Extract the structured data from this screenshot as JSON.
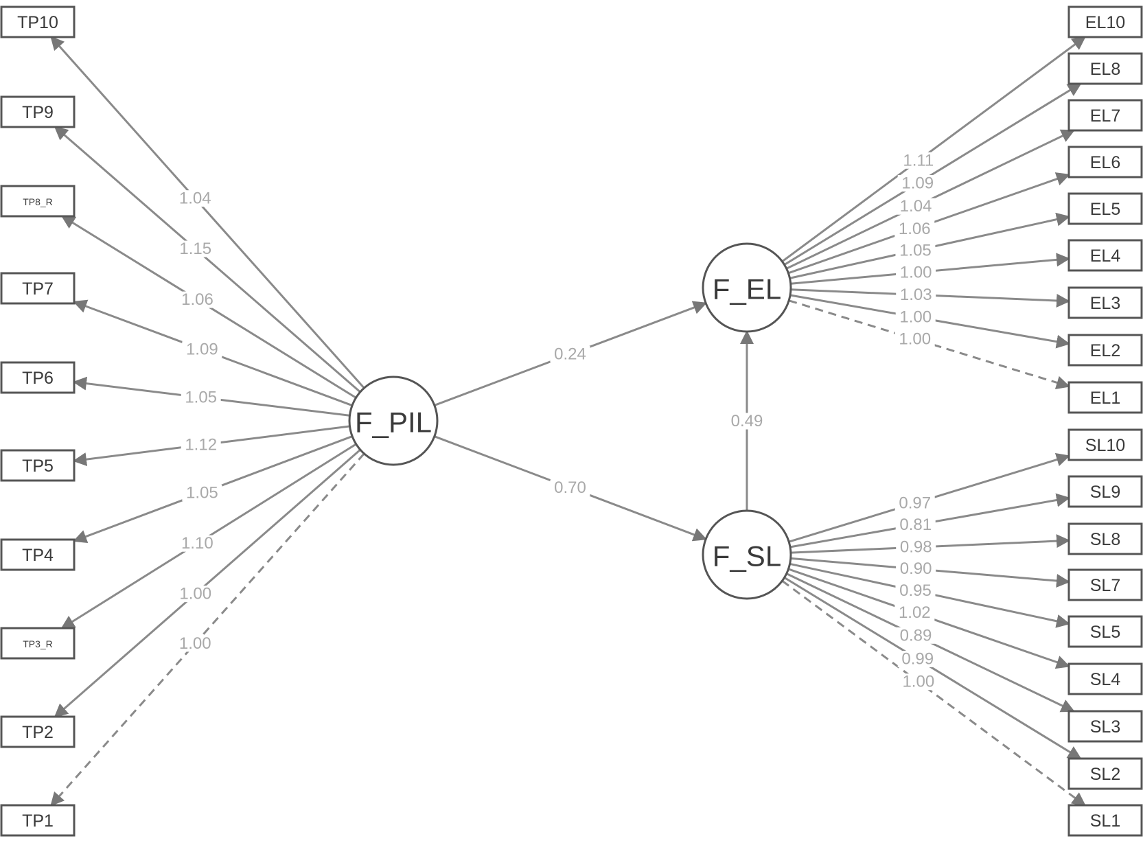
{
  "latent": {
    "F_PIL": "F_PIL",
    "F_EL": "F_EL",
    "F_SL": "F_SL"
  },
  "structural": [
    {
      "from": "F_PIL",
      "to": "F_EL",
      "coef": "0.24"
    },
    {
      "from": "F_PIL",
      "to": "F_SL",
      "coef": "0.70"
    },
    {
      "from": "F_SL",
      "to": "F_EL",
      "coef": "0.49"
    }
  ],
  "pil_indicators": [
    {
      "label": "TP10",
      "coef": "1.04",
      "dashed": false
    },
    {
      "label": "TP9",
      "coef": "1.15",
      "dashed": false
    },
    {
      "label": "TP8_R",
      "coef": "1.06",
      "dashed": false
    },
    {
      "label": "TP7",
      "coef": "1.09",
      "dashed": false
    },
    {
      "label": "TP6",
      "coef": "1.05",
      "dashed": false
    },
    {
      "label": "TP5",
      "coef": "1.12",
      "dashed": false
    },
    {
      "label": "TP4",
      "coef": "1.05",
      "dashed": false
    },
    {
      "label": "TP3_R",
      "coef": "1.10",
      "dashed": false
    },
    {
      "label": "TP2",
      "coef": "1.00",
      "dashed": false
    },
    {
      "label": "TP1",
      "coef": "1.00",
      "dashed": true
    }
  ],
  "el_indicators": [
    {
      "label": "EL10",
      "coef": "1.11",
      "dashed": false
    },
    {
      "label": "EL8",
      "coef": "1.09",
      "dashed": false
    },
    {
      "label": "EL7",
      "coef": "1.04",
      "dashed": false
    },
    {
      "label": "EL6",
      "coef": "1.06",
      "dashed": false
    },
    {
      "label": "EL5",
      "coef": "1.05",
      "dashed": false
    },
    {
      "label": "EL4",
      "coef": "1.00",
      "dashed": false
    },
    {
      "label": "EL3",
      "coef": "1.03",
      "dashed": false
    },
    {
      "label": "EL2",
      "coef": "1.00",
      "dashed": false
    },
    {
      "label": "EL1",
      "coef": "1.00",
      "dashed": true
    }
  ],
  "sl_indicators": [
    {
      "label": "SL10",
      "coef": "0.97",
      "dashed": false
    },
    {
      "label": "SL9",
      "coef": "0.81",
      "dashed": false
    },
    {
      "label": "SL8",
      "coef": "0.98",
      "dashed": false
    },
    {
      "label": "SL7",
      "coef": "0.90",
      "dashed": false
    },
    {
      "label": "SL5",
      "coef": "0.95",
      "dashed": false
    },
    {
      "label": "SL4",
      "coef": "1.02",
      "dashed": false
    },
    {
      "label": "SL3",
      "coef": "0.89",
      "dashed": false
    },
    {
      "label": "SL2",
      "coef": "0.99",
      "dashed": false
    },
    {
      "label": "SL1",
      "coef": "1.00",
      "dashed": true
    }
  ]
}
